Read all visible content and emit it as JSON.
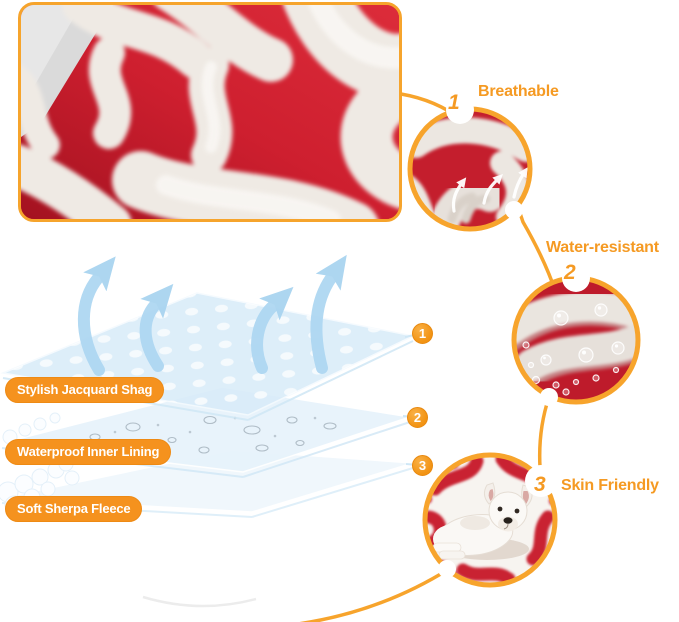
{
  "features": [
    {
      "number": "1",
      "label": "Breathable"
    },
    {
      "number": "2",
      "label": "Water-resistant"
    },
    {
      "number": "3",
      "label": "Skin Friendly"
    }
  ],
  "layers": [
    {
      "number": "1",
      "label": "Stylish Jacquard Shag"
    },
    {
      "number": "2",
      "label": "Waterproof Inner Lining"
    },
    {
      "number": "3",
      "label": "Soft Sherpa Fleece"
    }
  ],
  "colors": {
    "accent_orange": "#F59A23",
    "ring_orange": "#F7A42C",
    "label_pill_bg": "#F5921E",
    "fabric_red": "#CB1F2E",
    "air_blue": "#AED7F2"
  }
}
